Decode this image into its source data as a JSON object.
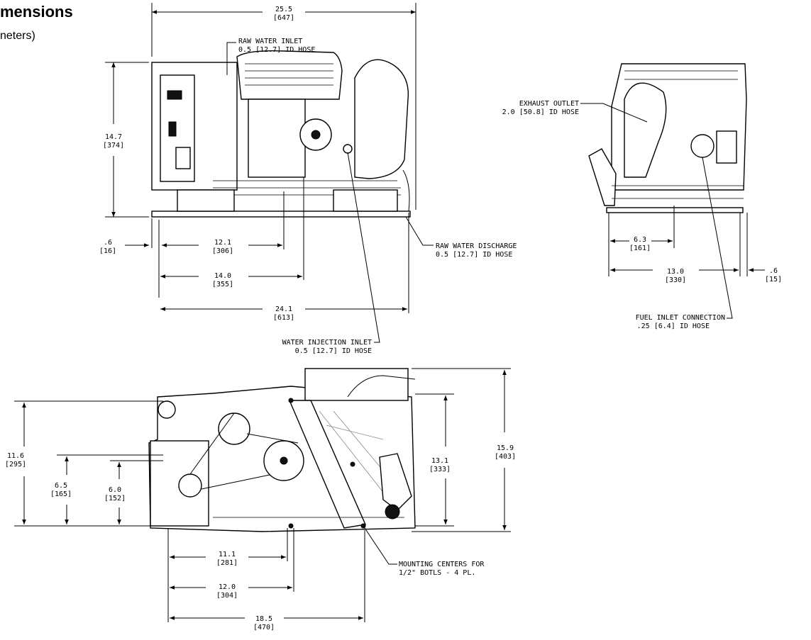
{
  "header": {
    "title": "mensions",
    "subtitle": "neters)"
  },
  "dims": {
    "side_width": [
      "25.5",
      "[647]"
    ],
    "side_height": [
      "14.7",
      "[374]"
    ],
    "side_offset": [
      ".6",
      "[16]"
    ],
    "side_12_1": [
      "12.1",
      "[306]"
    ],
    "side_14_0": [
      "14.0",
      "[355]"
    ],
    "side_24_1": [
      "24.1",
      "[613]"
    ],
    "end_6_3": [
      "6.3",
      "[161]"
    ],
    "end_13_0": [
      "13.0",
      "[330]"
    ],
    "end_offset": [
      ".6",
      "[15]"
    ],
    "top_11_6": [
      "11.6",
      "[295]"
    ],
    "top_6_5": [
      "6.5",
      "[165]"
    ],
    "top_6_0": [
      "6.0",
      "[152]"
    ],
    "top_13_1": [
      "13.1",
      "[333]"
    ],
    "top_15_9": [
      "15.9",
      "[403]"
    ],
    "top_11_1": [
      "11.1",
      "[281]"
    ],
    "top_12_0": [
      "12.0",
      "[304]"
    ],
    "top_18_5": [
      "18.5",
      "[470]"
    ]
  },
  "callouts": {
    "raw_water_inlet": [
      "RAW WATER INLET",
      "0.5 [12.7] ID HOSE"
    ],
    "raw_water_discharge": [
      "RAW WATER DISCHARGE",
      "0.5 [12.7] ID HOSE"
    ],
    "water_injection_inlet": [
      "WATER INJECTION INLET",
      "0.5 [12.7] ID HOSE"
    ],
    "exhaust_outlet": [
      "EXHAUST OUTLET",
      "2.0 [50.8] ID HOSE"
    ],
    "fuel_inlet": [
      "FUEL INLET CONNECTION",
      ".25 [6.4] ID HOSE"
    ],
    "mounting_centers": [
      "MOUNTING CENTERS FOR",
      "1/2\" BOTLS - 4 PL."
    ]
  }
}
